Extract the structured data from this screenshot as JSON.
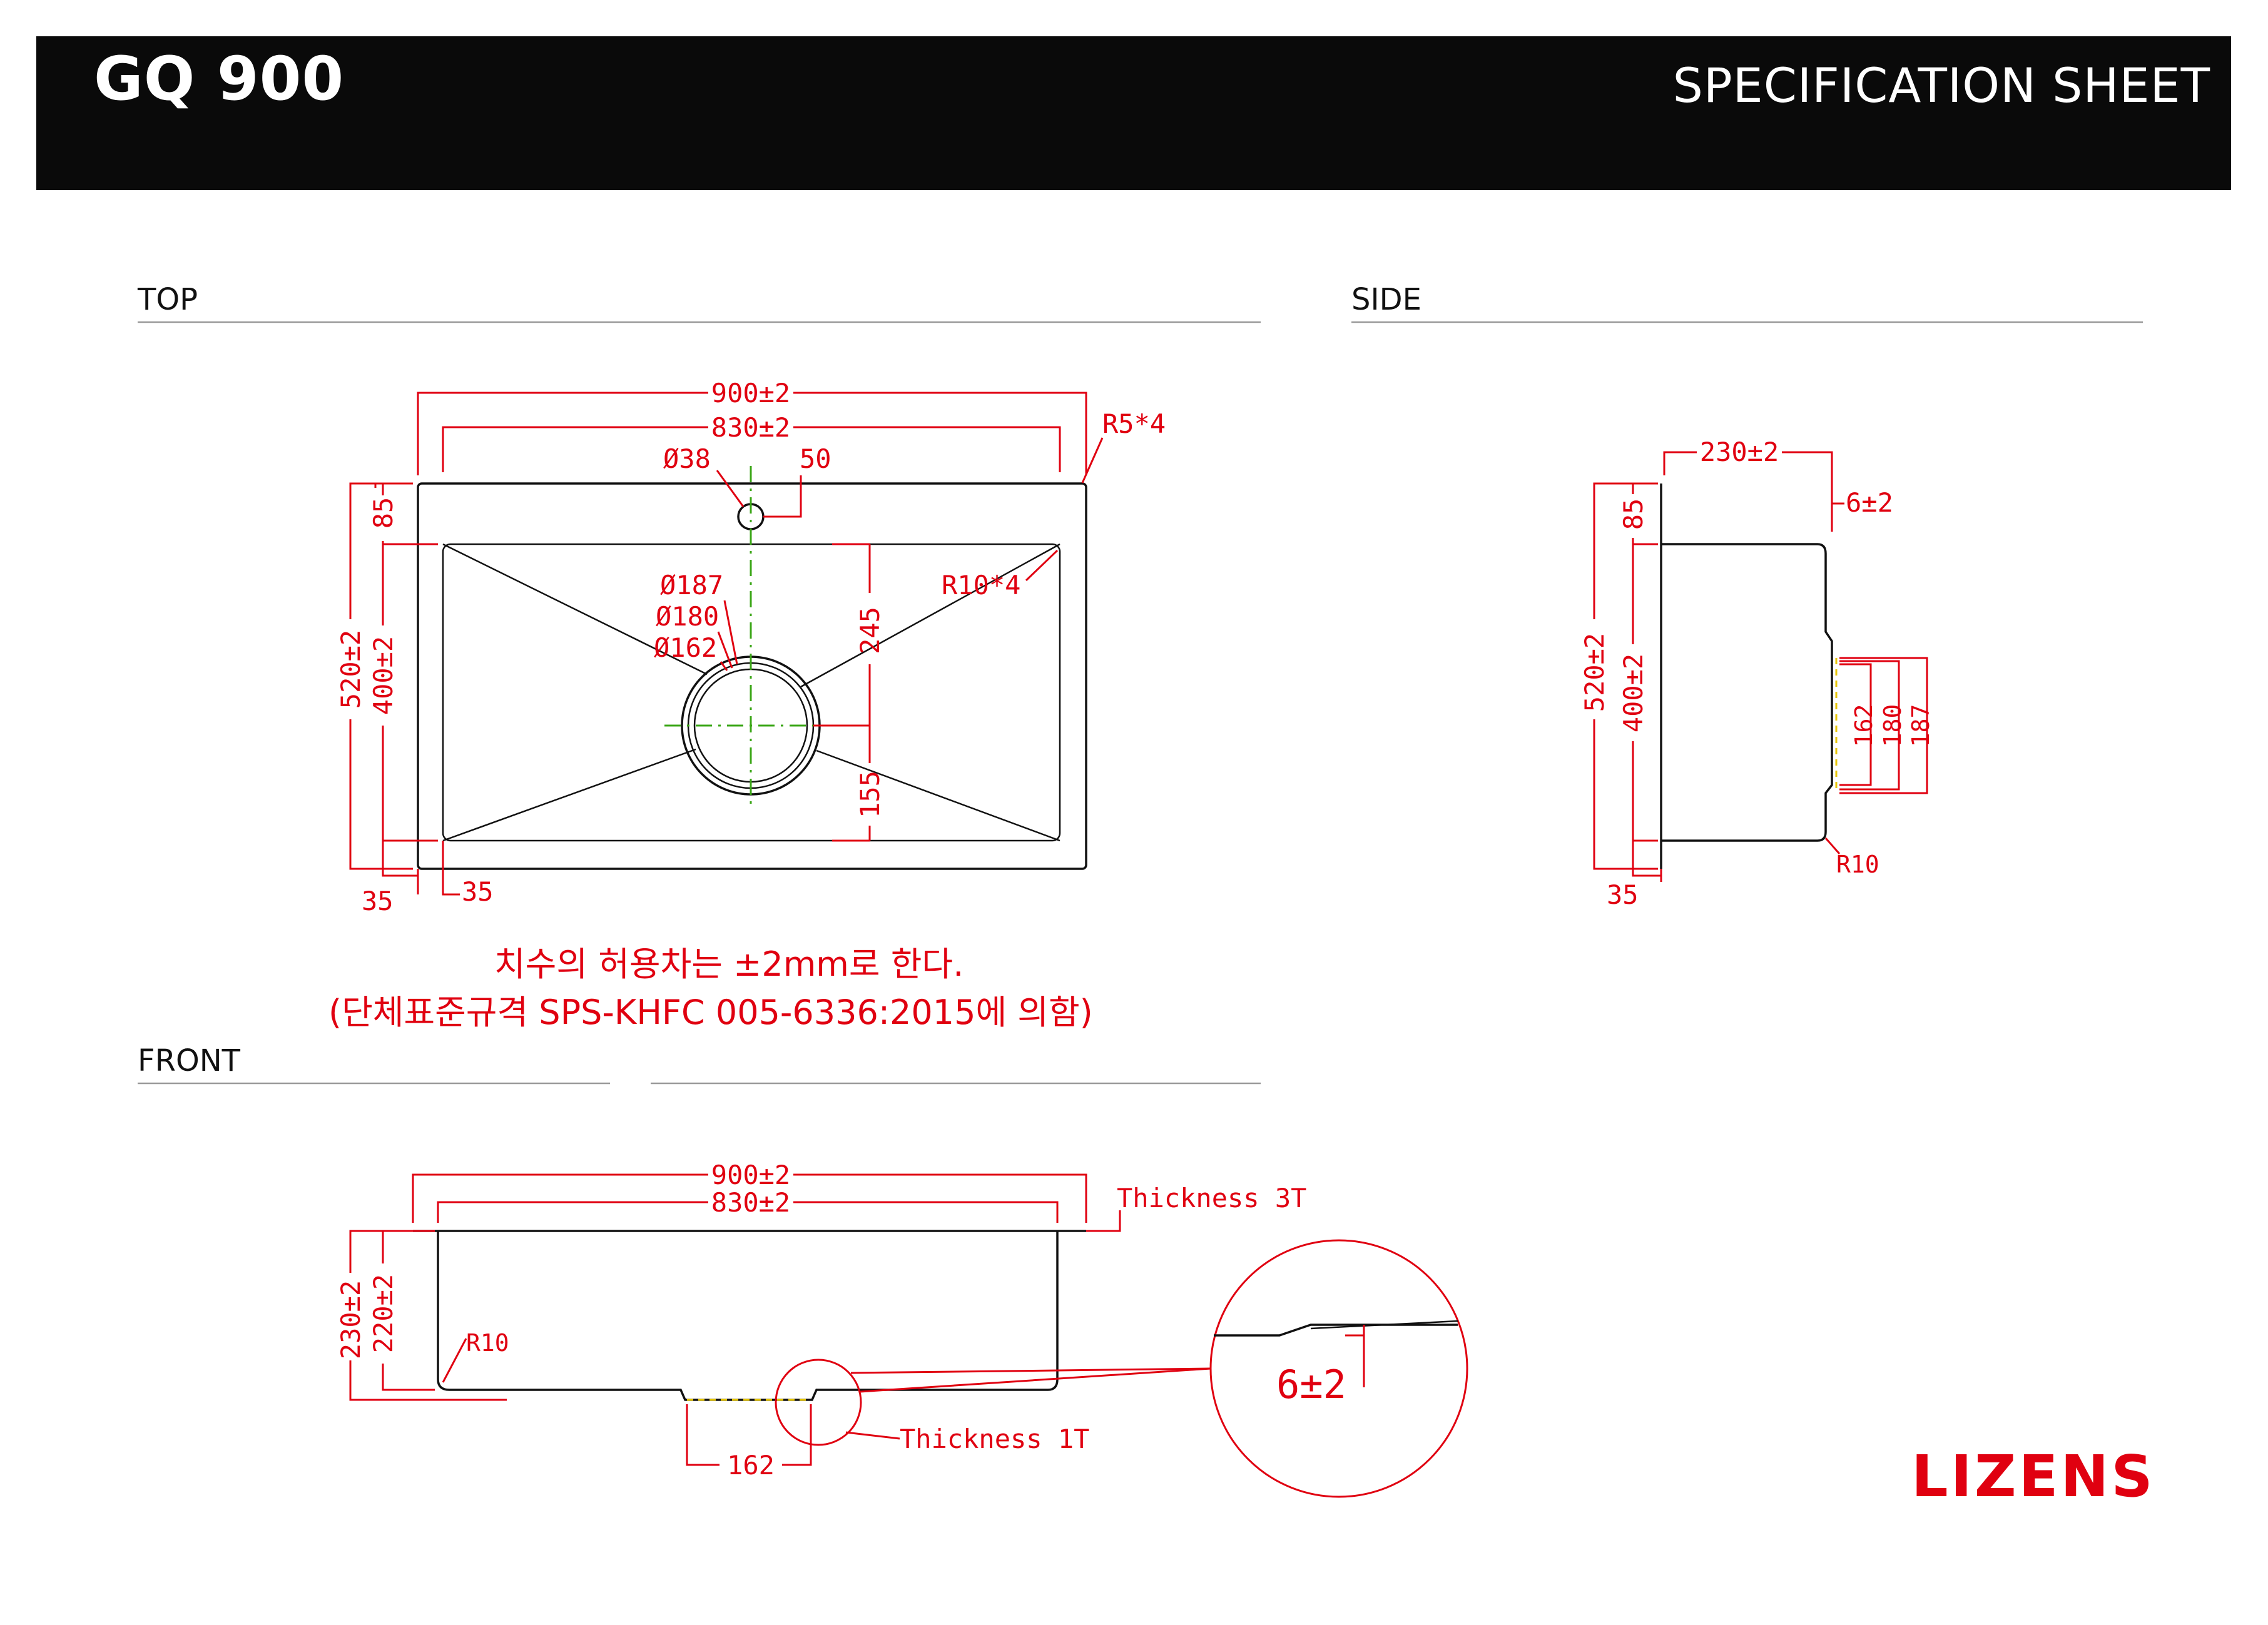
{
  "header": {
    "product": "GQ 900",
    "sheet": "SPECIFICATION SHEET"
  },
  "sections": {
    "top": "TOP",
    "side": "SIDE",
    "front": "FRONT"
  },
  "top_view": {
    "overall_width": "900±2",
    "inner_width": "830±2",
    "corner_outer": "R5*4",
    "tap_hole": "Ø38",
    "tap_offset": "50",
    "drain_187": "Ø187",
    "drain_180": "Ø180",
    "drain_162": "Ø162",
    "corner_inner": "R10*4",
    "dim_85": "85",
    "overall_depth": "520±2",
    "inner_depth": "400±2",
    "dim_245": "245",
    "dim_155": "155",
    "margin_left": "35",
    "margin_bottom": "35"
  },
  "notes": {
    "line1": "치수의 허용차는 ±2mm로 한다.",
    "line2": "(단체표준규격 SPS-KHFC  005-6336:2015에 의함)"
  },
  "side_view": {
    "width": "230±2",
    "dim_85": "85",
    "lip": "6±2",
    "overall_depth": "520±2",
    "inner_depth": "400±2",
    "d162": "162",
    "d180": "180",
    "d187": "187",
    "radius": "R10",
    "dim_35": "35"
  },
  "front_view": {
    "overall_width": "900±2",
    "inner_width": "830±2",
    "thickness_top": "Thickness 3T",
    "height_overall": "230±2",
    "height_inner": "220±2",
    "radius": "R10",
    "drain": "162",
    "thickness_bottom": "Thickness 1T",
    "detail_dim": "6±2"
  },
  "brand": "LIZENS",
  "colors": {
    "header_bg": "#0a0a0a",
    "dimension_red": "#e00010",
    "centerline_green": "#3aa616",
    "hidden_yellow": "#e8c600"
  }
}
